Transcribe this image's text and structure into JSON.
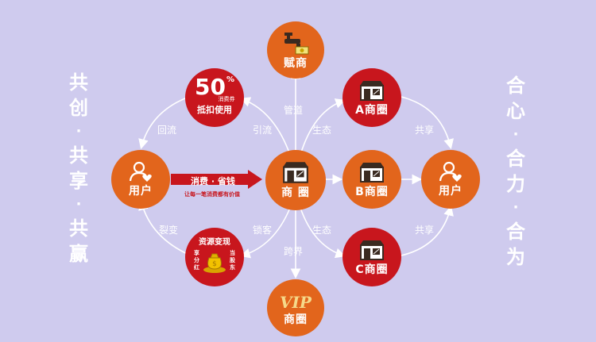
{
  "left_slogan": [
    "共",
    "创",
    "·",
    "共",
    "享",
    "·",
    "共",
    "赢"
  ],
  "right_slogan": [
    "合",
    "心",
    "·",
    "合",
    "力",
    "·",
    "合",
    "为"
  ],
  "nodes": {
    "enabler": "赋商",
    "discount": {
      "big": "50",
      "pct": "%",
      "small": "消费券",
      "label": "抵扣使用"
    },
    "circle_a": "A商圈",
    "user_left": "用户",
    "core": "商 圈",
    "circle_b": "B商圈",
    "user_right": "用户",
    "resource": {
      "title": "资源变现",
      "left": "享\n分\n红",
      "right": "当\n股\n东"
    },
    "circle_c": "C商圈",
    "vip": {
      "logo": "VIP",
      "label": "商圈"
    }
  },
  "links": {
    "backflow": "回流",
    "attract": "引流",
    "pipeline": "管道",
    "ecology_top": "生态",
    "share_top": "共享",
    "fission": "裂变",
    "lock": "锁客",
    "ecology_bottom": "生态",
    "share_bottom": "共享",
    "crossover": "跨界"
  },
  "banner": {
    "title": "消费 · 省钱",
    "caption": "让每一笔消费都有价值"
  },
  "colors": {
    "background": "#cfcbee",
    "orange": "#e2651c",
    "red": "#c8161d",
    "white": "#ffffff"
  }
}
